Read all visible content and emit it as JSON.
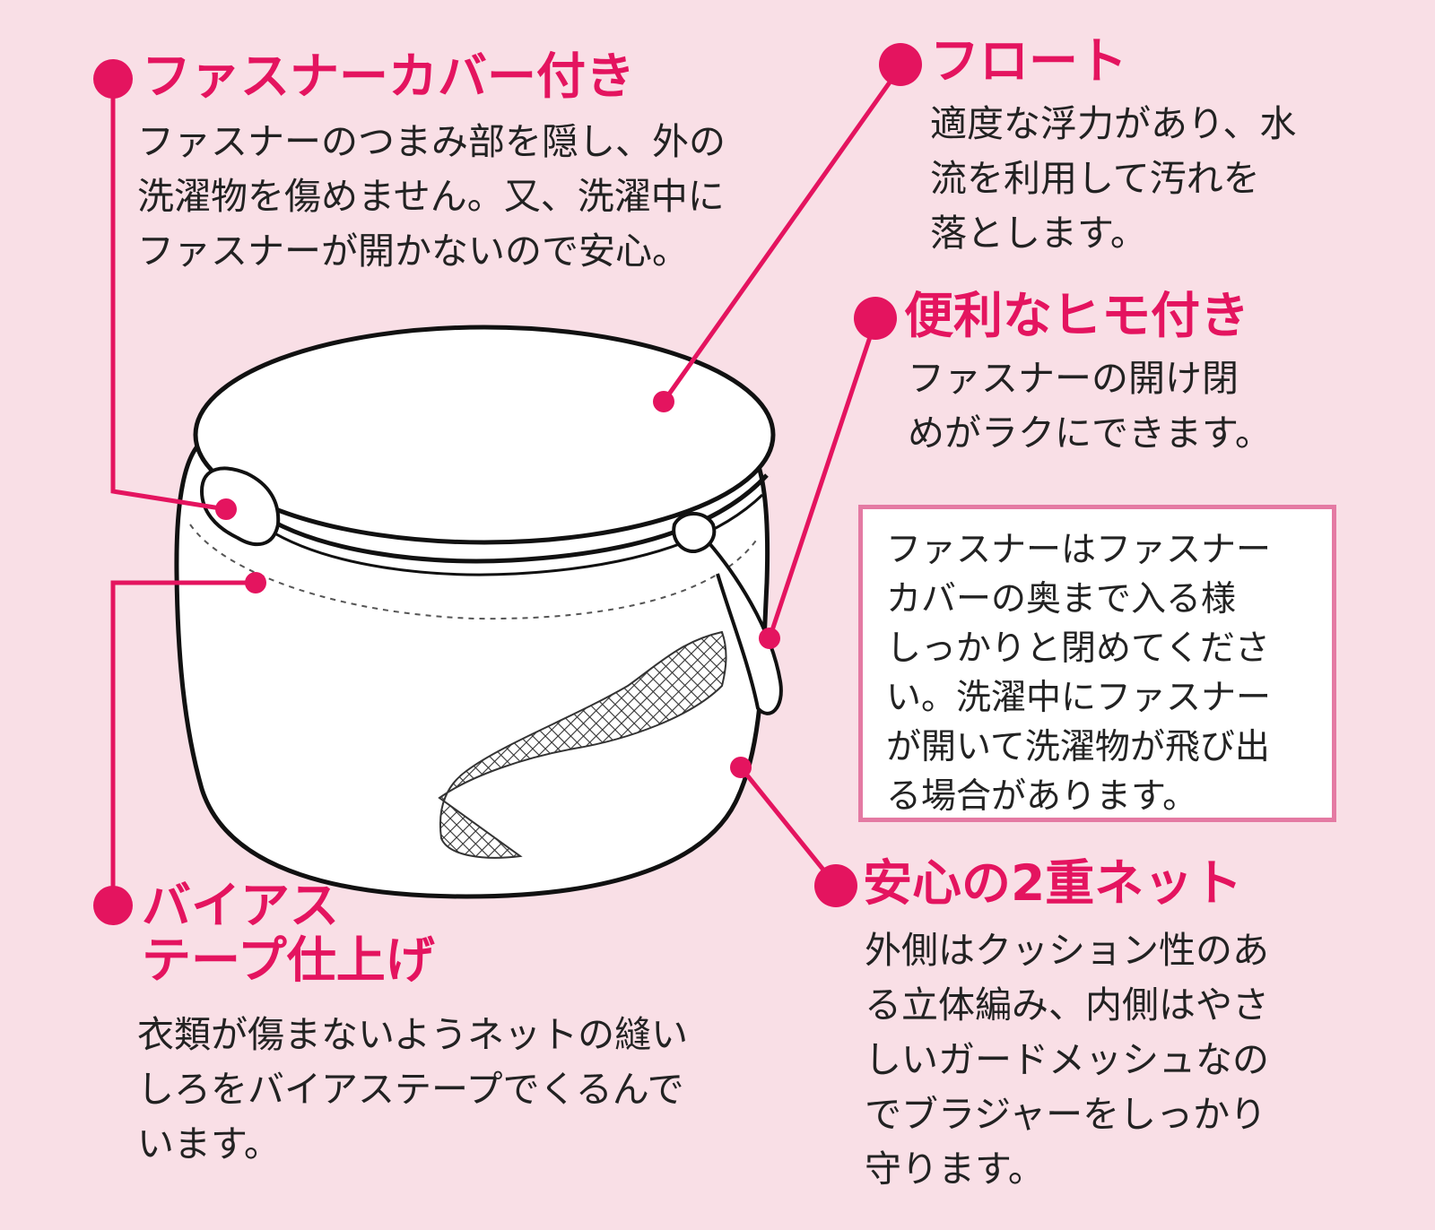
{
  "colors": {
    "background": "#f9dfe6",
    "accent": "#e4145f",
    "text": "#222222",
    "note_border": "#e47aa3"
  },
  "callouts": {
    "zipper_cover": {
      "title": "ファスナーカバー付き",
      "lines": [
        "ファスナーのつまみ部を隠し、外の",
        "洗濯物を傷めません。又、洗濯中に",
        "ファスナーが開かないので安心。"
      ]
    },
    "float": {
      "title": "フロート",
      "lines": [
        "適度な浮力があり、水",
        "流を利用して汚れを",
        "落とします。"
      ]
    },
    "string": {
      "title": "便利なヒモ付き",
      "lines": [
        "ファスナーの開け閉",
        "めがラクにできます。"
      ]
    },
    "bias_tape": {
      "title_lines": [
        "バイアス",
        "テープ仕上げ"
      ],
      "lines": [
        "衣類が傷まないようネットの縫い",
        "しろをバイアステープでくるんで",
        "います。"
      ]
    },
    "double_net": {
      "title": "安心の2重ネット",
      "lines": [
        "外側はクッション性のあ",
        "る立体編み、内側はやさ",
        "しいガードメッシュなの",
        "でブラジャーをしっかり",
        "守ります。"
      ]
    }
  },
  "note": {
    "lines": [
      "ファスナーはファスナー",
      "カバーの奥まで入る様",
      "しっかりと閉めてくださ",
      "い。洗濯中にファスナー",
      "が開いて洗濯物が飛び出",
      "る場合があります。"
    ]
  }
}
